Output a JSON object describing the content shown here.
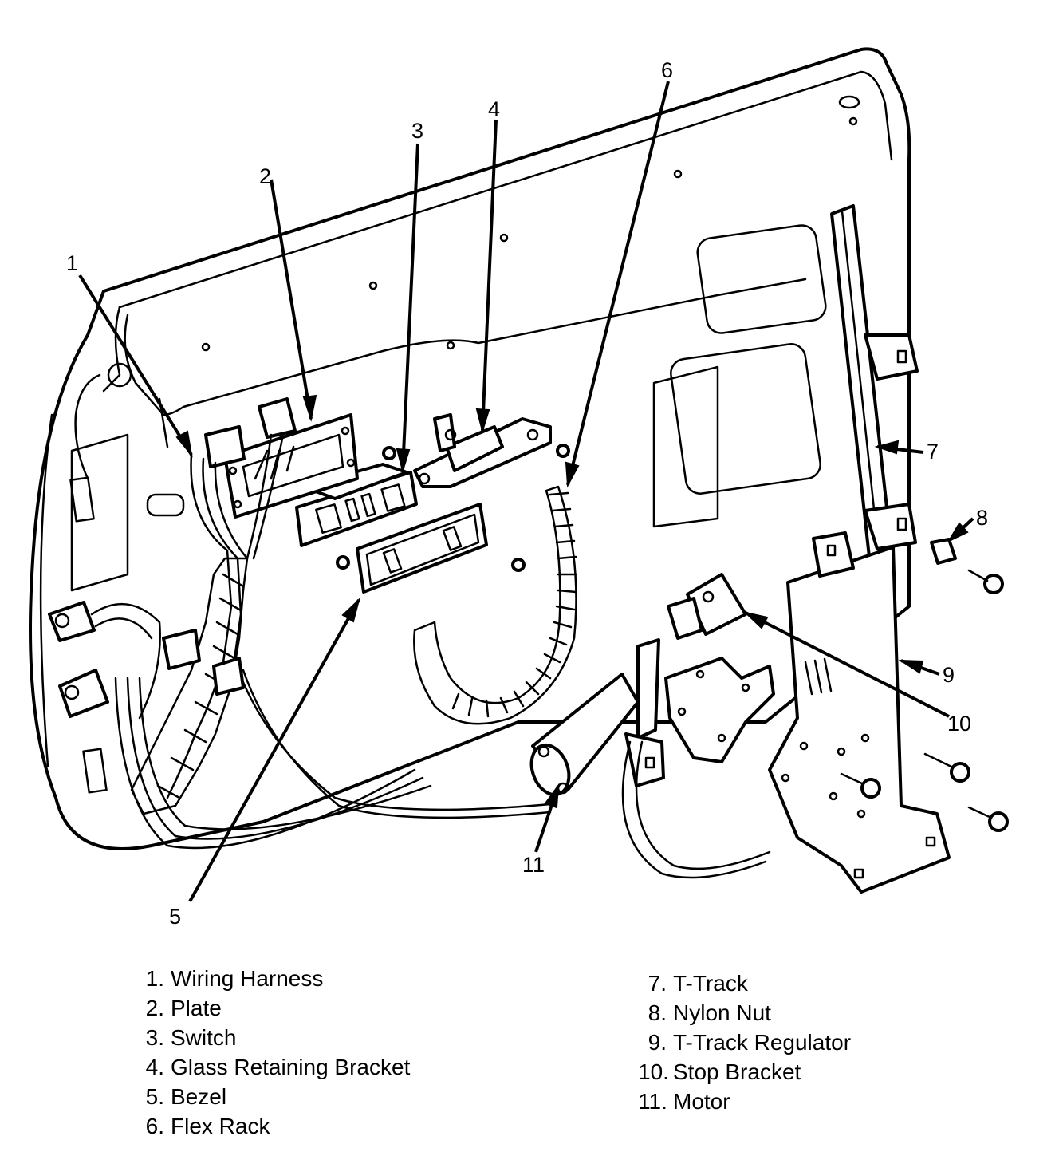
{
  "callouts": [
    {
      "n": "1"
    },
    {
      "n": "2"
    },
    {
      "n": "3"
    },
    {
      "n": "4"
    },
    {
      "n": "5"
    },
    {
      "n": "6"
    },
    {
      "n": "7"
    },
    {
      "n": "8"
    },
    {
      "n": "9"
    },
    {
      "n": "10"
    },
    {
      "n": "11"
    }
  ],
  "legend_left": [
    {
      "num": "1.",
      "label": "Wiring Harness"
    },
    {
      "num": "2.",
      "label": "Plate"
    },
    {
      "num": "3.",
      "label": "Switch"
    },
    {
      "num": "4.",
      "label": "Glass Retaining Bracket"
    },
    {
      "num": "5.",
      "label": "Bezel"
    },
    {
      "num": "6.",
      "label": "Flex Rack"
    }
  ],
  "legend_right": [
    {
      "num": "7.",
      "label": "T-Track"
    },
    {
      "num": "8.",
      "label": "Nylon Nut"
    },
    {
      "num": "9.",
      "label": "T-Track Regulator"
    },
    {
      "num": "10.",
      "label": "Stop Bracket"
    },
    {
      "num": "11.",
      "label": "Motor"
    }
  ]
}
